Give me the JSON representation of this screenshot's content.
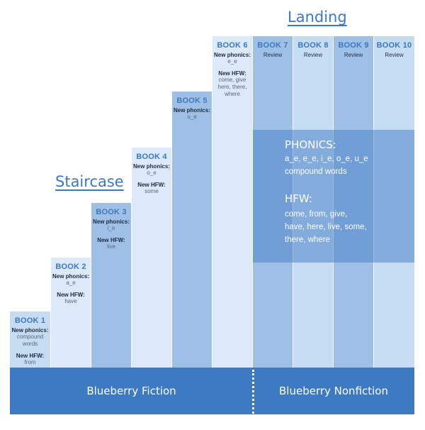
{
  "titles": {
    "staircase": "Staircase",
    "landing": "Landing"
  },
  "books": [
    {
      "name": "BOOK 1",
      "phonics_label": "New phonics:",
      "phonics": "compound words",
      "hfw_label": "New HFW:",
      "hfw": "from"
    },
    {
      "name": "BOOK 2",
      "phonics_label": "New phonics:",
      "phonics": "a_e",
      "hfw_label": "New HFW:",
      "hfw": "have"
    },
    {
      "name": "BOOK 3",
      "phonics_label": "New phonics:",
      "phonics": "i_e",
      "hfw_label": "New HFW:",
      "hfw": "live"
    },
    {
      "name": "BOOK 4",
      "phonics_label": "New phonics:",
      "phonics": "o_e",
      "hfw_label": "New HFW:",
      "hfw": "some"
    },
    {
      "name": "BOOK 5",
      "phonics_label": "New phonics:",
      "phonics": "u_e"
    },
    {
      "name": "BOOK 6",
      "phonics_label": "New phonics:",
      "phonics": "e_e",
      "hfw_label": "New HFW:",
      "hfw": "come, give here, there, where"
    },
    {
      "name": "BOOK 7",
      "note": "Review"
    },
    {
      "name": "BOOK 8",
      "note": "Review"
    },
    {
      "name": "BOOK 9",
      "note": "Review"
    },
    {
      "name": "BOOK 10",
      "note": "Review"
    }
  ],
  "landing_summary": {
    "phonics_heading": "PHONICS:",
    "phonics_lines": [
      "a_e, e_e, i_e, o_e, u_e",
      "compound words"
    ],
    "hfw_heading": "HFW:",
    "hfw_lines": [
      "come, from, give,",
      "have, here, live, some,",
      "there, where"
    ]
  },
  "footer": {
    "fiction": "Blueberry Fiction",
    "nonfiction": "Blueberry Nonfiction"
  },
  "colors": {
    "accent": "#3f78bd",
    "bar": "#3d7ac1",
    "light": "#c6dcf3",
    "mid": "#9ebfe6",
    "pale": "#dbe9f8"
  }
}
